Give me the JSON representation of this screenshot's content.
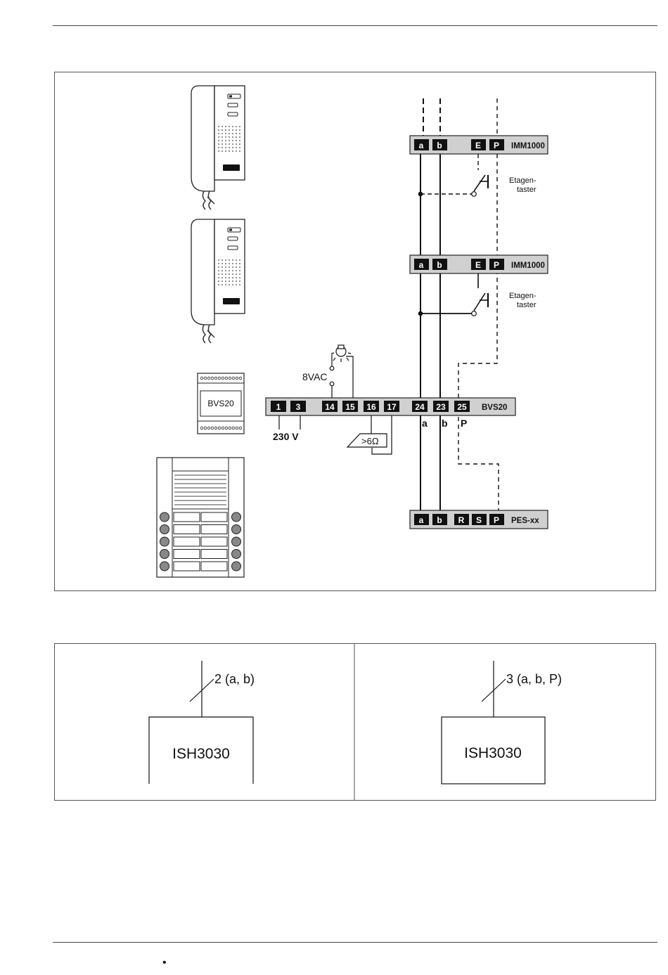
{
  "wiring_diagram": {
    "bus_labels": {
      "a": "a",
      "b": "b",
      "P": "P"
    },
    "imm_unit_1": {
      "terminals": [
        "a",
        "b",
        "E",
        "P"
      ],
      "model": "IMM1000",
      "switch_label_line1": "Etagen-",
      "switch_label_line2": "taster"
    },
    "imm_unit_2": {
      "terminals": [
        "a",
        "b",
        "E",
        "P"
      ],
      "model": "IMM1000",
      "switch_label_line1": "Etagen-",
      "switch_label_line2": "taster"
    },
    "bvs_strip": {
      "terminals": [
        "1",
        "3",
        "14",
        "15",
        "16",
        "17",
        "24",
        "23",
        "25"
      ],
      "model": "BVS20"
    },
    "supply_label": "230 V",
    "vac_label": "8VAC",
    "resistor_label": ">6Ω",
    "pes_unit": {
      "terminals": [
        "a",
        "b",
        "R",
        "S",
        "P"
      ],
      "model": "PES-xx"
    },
    "bvs_device_label": "BVS20"
  },
  "symbol_left": {
    "wires_label": "2 (a, b)",
    "device": "ISH3030"
  },
  "symbol_right": {
    "wires_label": "3 (a, b, P)",
    "device": "ISH3030"
  },
  "footer": {
    "bullet": "•"
  }
}
